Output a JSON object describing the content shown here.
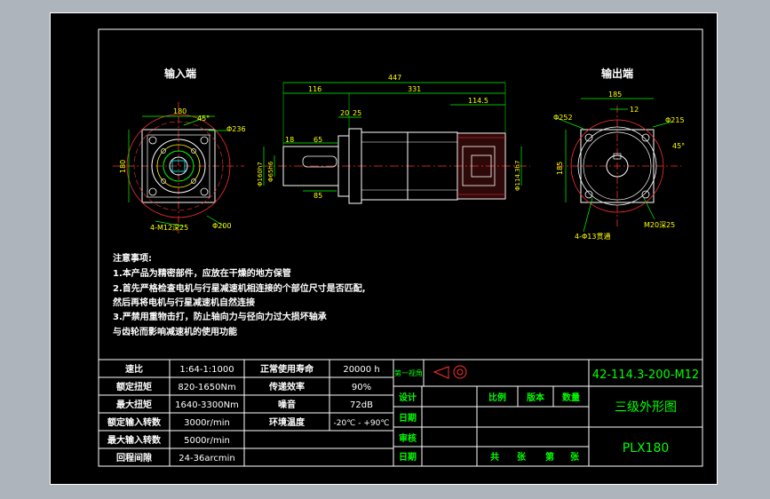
{
  "views": {
    "input_end": "输入端",
    "output_end": "输出端"
  },
  "input_dims": [
    "180",
    "45°",
    "Φ236",
    "180",
    "4-M12深25",
    "Φ200"
  ],
  "side_dims": [
    "447",
    "116",
    "331",
    "114.5",
    "20",
    "25",
    "18",
    "65",
    "85",
    "Φ160h7",
    "Φ65h6",
    "Φ114.3h7"
  ],
  "output_dims": [
    "185",
    "12",
    "Φ252",
    "Φ215",
    "45°",
    "185",
    "4-Φ13贯通",
    "M20深25"
  ],
  "notes": {
    "title": "注意事项:",
    "lines": [
      "1.本产品为精密部件，应放在干燥的地方保管",
      "2.首先严格检查电机与行星减速机相连接的个部位尺寸是否匹配,",
      "然后再将电机与行星减速机自然连接",
      "3.严禁用重物击打，防止轴向力与径向力过大损坏轴承",
      "与齿轮而影响减速机的使用功能"
    ]
  },
  "spec_table": [
    [
      "速比",
      "1:64-1:1000",
      "正常使用寿命",
      "20000 h"
    ],
    [
      "额定扭矩",
      "820-1650Nm",
      "传递效率",
      "90%"
    ],
    [
      "最大扭矩",
      "1640-3300Nm",
      "噪音",
      "72dB"
    ],
    [
      "额定输入转数",
      "3000r/min",
      "环境温度",
      "-20℃ - +90℃"
    ],
    [
      "最大输入转数",
      "5000r/min",
      "",
      ""
    ],
    [
      "回程间隙",
      "24-36arcmin",
      "",
      ""
    ]
  ],
  "title_block": {
    "angle_label": "第一视角",
    "part_no": "42-114.3-200-M12",
    "rows": [
      "设计",
      "日期",
      "审核",
      "日期"
    ],
    "cols": [
      "比例",
      "版本",
      "数量"
    ],
    "drawing_name": "三级外形图",
    "model": "PLX180",
    "sheets": [
      "共",
      "张",
      "第",
      "张"
    ]
  }
}
